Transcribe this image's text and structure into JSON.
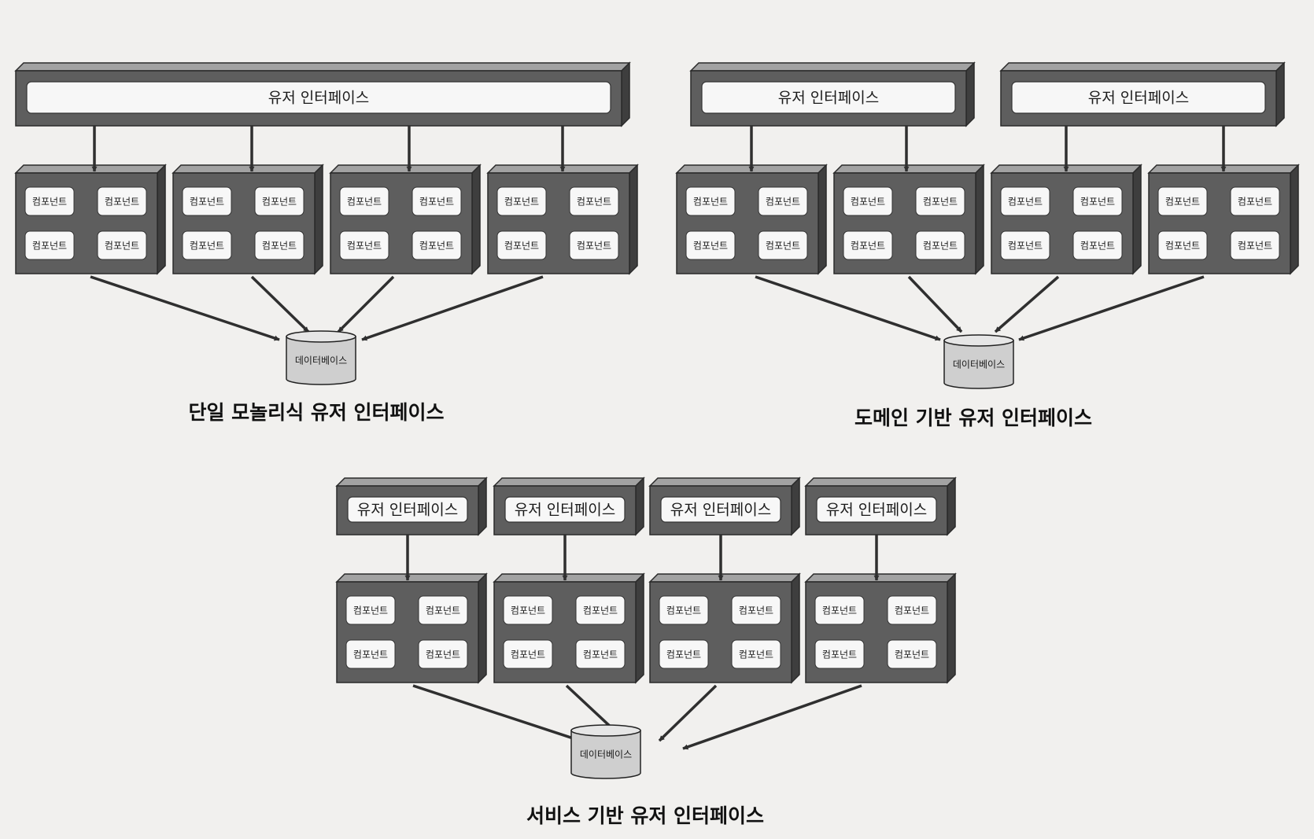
{
  "colors": {
    "background": "#f1f0ee",
    "block_front": "#5e5e5e",
    "block_top": "#a2a2a2",
    "block_side": "#3e3e3e",
    "panel": "#f7f7f7",
    "arrow": "#2f2f2f",
    "cylinder": "#cfcfcf"
  },
  "labels": {
    "ui": "유저 인터페이스",
    "component": "컴포넌트",
    "database": "데이터베이스"
  },
  "diagrams": [
    {
      "id": "monolithic",
      "caption": "단일 모놀리식 유저 인터페이스",
      "ui_count": 1,
      "component_group_count": 4,
      "components_per_group": 4
    },
    {
      "id": "domain",
      "caption": "도메인 기반 유저 인터페이스",
      "ui_count": 2,
      "component_group_count": 4,
      "components_per_group": 4
    },
    {
      "id": "service",
      "caption": "서비스 기반 유저 인터페이스",
      "ui_count": 4,
      "component_group_count": 4,
      "components_per_group": 4
    }
  ]
}
